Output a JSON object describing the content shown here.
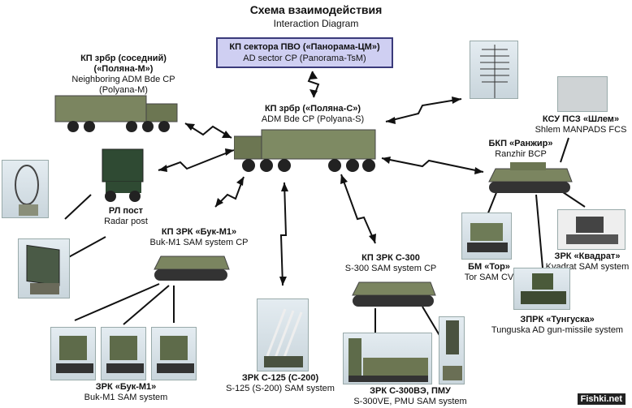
{
  "title_ru": "Схема взаимодействия",
  "title_en": "Interaction Diagram",
  "panorama": {
    "ru": "КП сектора ПВО («Панорама-ЦМ»)",
    "en": "AD sector CP (Panorama-TsM)"
  },
  "polyana_m": {
    "ru1": "КП зрбр (соседний)",
    "ru2": "(«Поляна-М»)",
    "en1": "Neighboring ADM Bde CP",
    "en2": "(Polyana-M)"
  },
  "polyana_s": {
    "ru": "КП зрбр («Поляна-С»)",
    "en": "ADM Bde CP (Polyana-S)"
  },
  "shlem": {
    "ru": "КСУ ПСЗ «Шлем»",
    "en": "Shlem MANPADS FCS"
  },
  "ranzhir": {
    "ru": "БКП «Ранжир»",
    "en": "Ranzhir BCP"
  },
  "radar_post": {
    "ru": "РЛ пост",
    "en": "Radar post"
  },
  "buk_cp": {
    "ru": "КП ЗРК «Бук-М1»",
    "en": "Buk-M1 SAM system CP"
  },
  "s300_cp": {
    "ru": "КП ЗРК С-300",
    "en": "S-300 SAM system CP"
  },
  "tor": {
    "ru": "БМ «Тор»",
    "en": "Tor SAM CV"
  },
  "kvadrat": {
    "ru": "ЗРК «Квадрат»",
    "en": "Kvadrat SAM system"
  },
  "tunguska": {
    "ru": "ЗПРК «Тунгуска»",
    "en": "Tunguska AD gun-missile system"
  },
  "buk_sys": {
    "ru": "ЗРК «Бук-М1»",
    "en": "Buk-M1 SAM system"
  },
  "s125": {
    "ru": "ЗРК С-125 (С-200)",
    "en": "S-125 (S-200) SAM system"
  },
  "s300ve": {
    "ru": "ЗРК С-300ВЭ, ПМУ",
    "en": "S-300VE, PMU SAM system"
  },
  "watermark": "Fishki.net",
  "colors": {
    "panorama_fill": "#cfcff2",
    "panorama_border": "#3a3a7a",
    "vehicle": "#6e7b57"
  }
}
